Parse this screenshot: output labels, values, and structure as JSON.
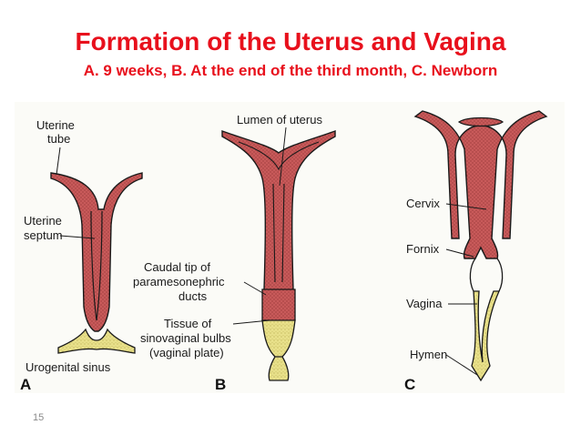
{
  "slide": {
    "title": "Formation of the Uterus and Vagina",
    "subtitle": "A. 9 weeks, B. At the end of the third month, C. Newborn",
    "page_number": "15"
  },
  "figure": {
    "colors": {
      "uterus": "#c85a5a",
      "vaginal_plate": "#e8e08a",
      "outline": "#1a1a1a",
      "background": "#fbfbf7"
    },
    "panels": {
      "a": {
        "letter": "A",
        "labels": {
          "uterine_tube_1": "Uterine",
          "uterine_tube_2": "tube",
          "uterine_septum_1": "Uterine",
          "uterine_septum_2": "septum",
          "urogenital_sinus": "Urogenital sinus"
        }
      },
      "b": {
        "letter": "B",
        "labels": {
          "lumen": "Lumen of uterus",
          "caudal_1": "Caudal tip of",
          "caudal_2": "paramesonephric",
          "caudal_3": "ducts",
          "tissue_1": "Tissue of",
          "tissue_2": "sinovaginal bulbs",
          "tissue_3": "(vaginal plate)"
        }
      },
      "c": {
        "letter": "C",
        "labels": {
          "cervix": "Cervix",
          "fornix": "Fornix",
          "vagina": "Vagina",
          "hymen": "Hymen"
        }
      }
    }
  }
}
